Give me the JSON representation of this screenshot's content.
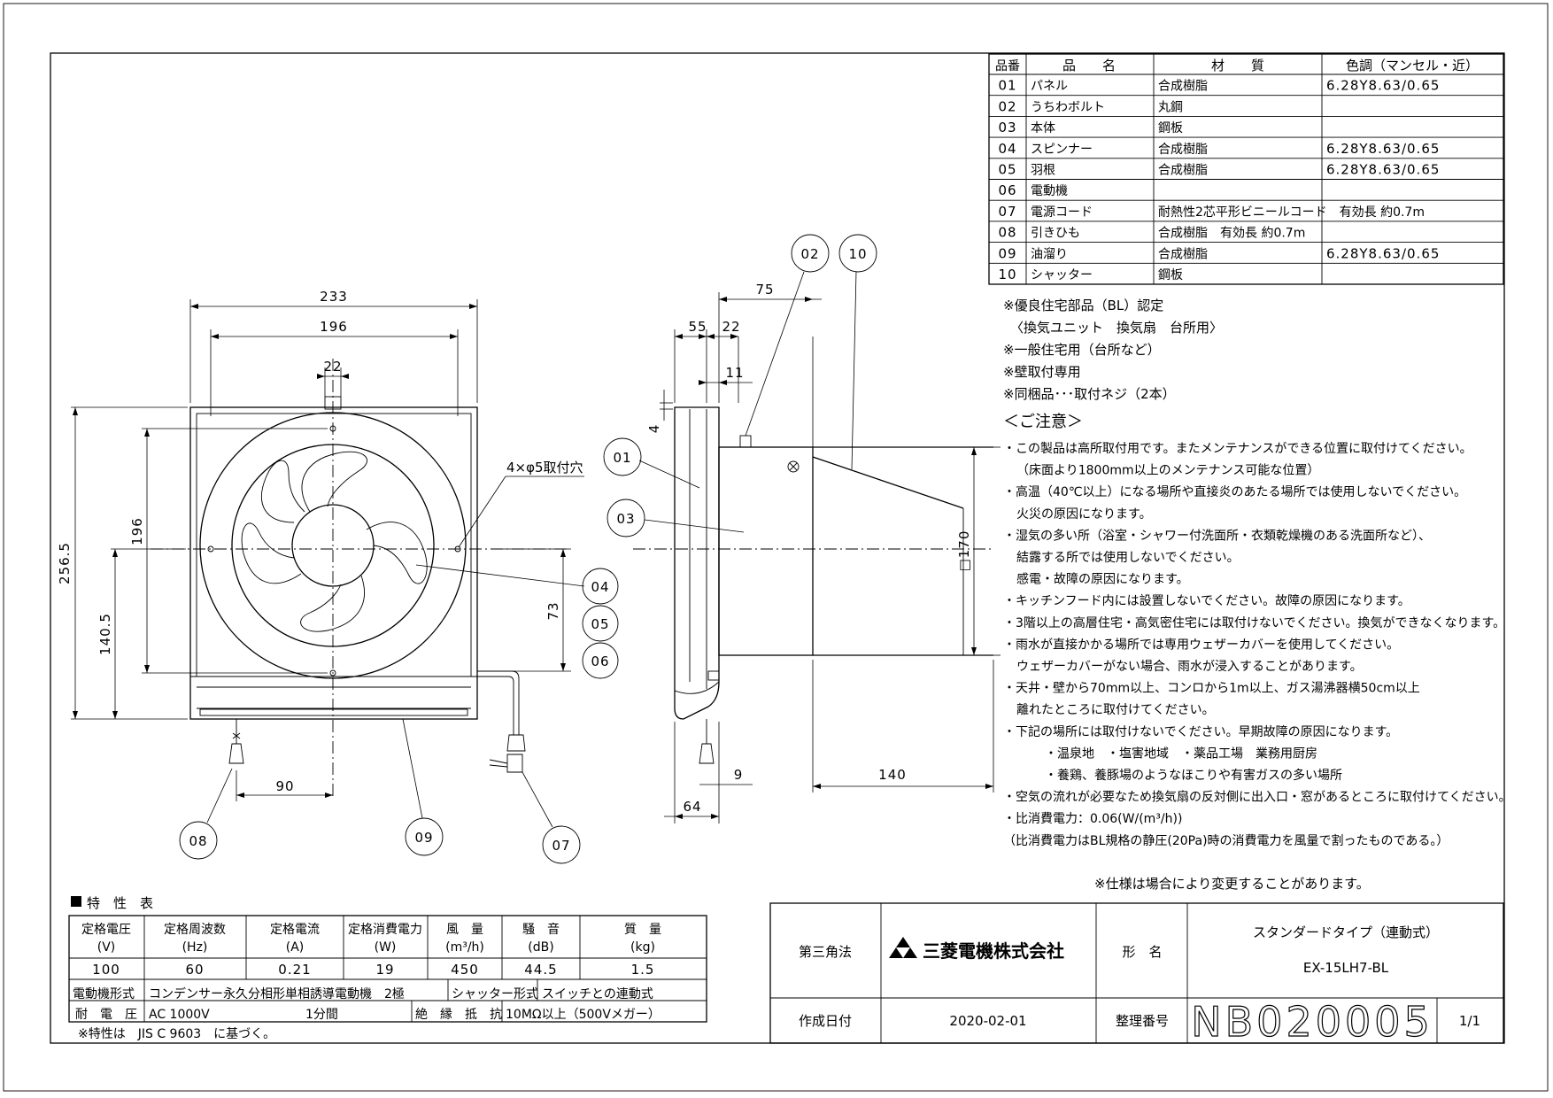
{
  "parts_table": {
    "headers": [
      "品番",
      "品　　名",
      "材　　質",
      "色調（マンセル・近）"
    ],
    "rows": [
      {
        "no": "01",
        "name": "パネル",
        "material": "合成樹脂",
        "color": "6.28Y8.63/0.65"
      },
      {
        "no": "02",
        "name": "うちわボルト",
        "material": "丸鋼",
        "color": ""
      },
      {
        "no": "03",
        "name": "本体",
        "material": "鋼板",
        "color": ""
      },
      {
        "no": "04",
        "name": "スピンナー",
        "material": "合成樹脂",
        "color": "6.28Y8.63/0.65"
      },
      {
        "no": "05",
        "name": "羽根",
        "material": "合成樹脂",
        "color": "6.28Y8.63/0.65"
      },
      {
        "no": "06",
        "name": "電動機",
        "material": "",
        "color": ""
      },
      {
        "no": "07",
        "name": "電源コード",
        "material": "耐熱性2芯平形ビニールコード　有効長 約0.7m",
        "color": ""
      },
      {
        "no": "08",
        "name": "引きひも",
        "material": "合成樹脂　有効長 約0.7m",
        "color": ""
      },
      {
        "no": "09",
        "name": "油溜り",
        "material": "合成樹脂",
        "color": "6.28Y8.63/0.65"
      },
      {
        "no": "10",
        "name": "シャッター",
        "material": "鋼板",
        "color": ""
      }
    ]
  },
  "notes": [
    "※優良住宅部品（BL）認定",
    "〈換気ユニット　換気扇　台所用〉",
    "※一般住宅用（台所など）",
    "※壁取付専用",
    "※同梱品･･･取付ネジ（2本）"
  ],
  "caution_title": "＜ご注意＞",
  "cautions": [
    "・この製品は高所取付用です。またメンテナンスができる位置に取付けてください。",
    "（床面より1800mm以上のメンテナンス可能な位置）",
    "・高温（40℃以上）になる場所や直接炎のあたる場所では使用しないでください。",
    "火災の原因になります。",
    "・湿気の多い所（浴室・シャワー付洗面所・衣類乾燥機のある洗面所など）、",
    "結露する所では使用しないでください。",
    "感電・故障の原因になります。",
    "・キッチンフード内には設置しないでください。故障の原因になります。",
    "・3階以上の高層住宅・高気密住宅には取付けないでください。換気ができなくなります。",
    "・雨水が直接かかる場所では専用ウェザーカバーを使用してください。",
    "ウェザーカバーがない場合、雨水が浸入することがあります。",
    "・天井・壁から70mm以上、コンロから1m以上、ガス湯沸器横50cm以上",
    "離れたところに取付けてください。",
    "・下記の場所には取付けないでください。早期故障の原因になります。",
    "・温泉地　・塩害地域　・薬品工場　業務用厨房",
    "・養鶏、養豚場のようなほこりや有害ガスの多い場所",
    "・空気の流れが必要なため換気扇の反対側に出入口・窓があるところに取付けてください。",
    "・比消費電力：0.06(W/(m³/h))",
    "（比消費電力はBL規格の静圧(20Pa)時の消費電力を風量で割ったものである。）"
  ],
  "spec_change_note": "※仕様は場合により変更することがあります。",
  "front_view": {
    "dims": {
      "w233": "233",
      "w196": "196",
      "w22": "22",
      "h256": "256.5",
      "h196": "196",
      "h140": "140.5",
      "h73": "73",
      "w90": "90"
    },
    "hole_label": "4×φ5取付穴",
    "balloons": [
      "04",
      "05",
      "06",
      "08",
      "09",
      "07"
    ]
  },
  "side_view": {
    "dims": {
      "d75": "75",
      "d55": "55",
      "d22": "22",
      "d11": "11",
      "d4": "4",
      "d170": "□170",
      "d140": "140",
      "d9": "9",
      "d64": "64"
    },
    "balloons": [
      "02",
      "10",
      "01",
      "03"
    ]
  },
  "spec_table": {
    "title": "特　性　表",
    "headers": [
      [
        "定格電圧",
        "(V)"
      ],
      [
        "定格周波数",
        "(Hz)"
      ],
      [
        "定格電流",
        "(A)"
      ],
      [
        "定格消費電力",
        "(W)"
      ],
      [
        "風　量",
        "(m³/h)"
      ],
      [
        "騒　音",
        "(dB)"
      ],
      [
        "質　量",
        "(kg)"
      ]
    ],
    "values": [
      "100",
      "60",
      "0.21",
      "19",
      "450",
      "44.5",
      "1.5"
    ],
    "motor_label": "電動機形式",
    "motor_value": "コンデンサー永久分相形単相誘導電動機　2極",
    "shutter_label": "シャッター形式",
    "shutter_value": "スイッチとの連動式",
    "voltage_label": "耐　電　圧",
    "voltage_value": "AC 1000V",
    "voltage_time": "1分間",
    "insulation_label": "絶　縁　抵　抗",
    "insulation_value": "10MΩ以上（500Vメガー）",
    "footnote": "※特性は　JIS C 9603　に基づく。"
  },
  "title_block": {
    "projection": "第三角法",
    "company": "三菱電機株式会社",
    "model_label": "形　名",
    "type_name": "スタンダードタイプ（連動式）",
    "model": "EX-15LH7-BL",
    "date_label": "作成日付",
    "date": "2020-02-01",
    "doc_label": "整理番号",
    "doc_no": "NB020005",
    "page": "1/1"
  },
  "colors": {
    "line": "#000000",
    "background": "#ffffff"
  }
}
